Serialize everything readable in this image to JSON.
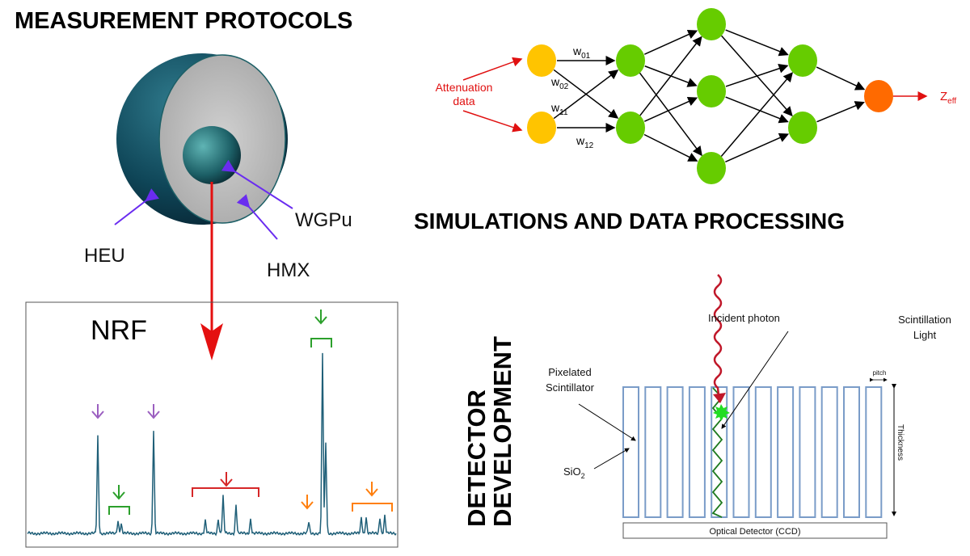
{
  "sections": {
    "measurement": "MEASUREMENT PROTOCOLS",
    "simulations": "SIMULATIONS AND DATA PROCESSING",
    "detector_line1": "DETECTOR",
    "detector_line2": "DEVELOPMENT"
  },
  "sphere_labels": {
    "heu": "HEU",
    "hmx": "HMX",
    "wgpu": "WGPu"
  },
  "spectrum": {
    "title": "NRF"
  },
  "network": {
    "input_label_1": "Attenuation",
    "input_label_2": "data",
    "w01": "w",
    "w01_sub": "01",
    "w02": "w",
    "w02_sub": "02",
    "w11": "w",
    "w11_sub": "11",
    "w12": "w",
    "w12_sub": "12",
    "output": "Z",
    "output_sub": "eff",
    "colors": {
      "input": "#ffc400",
      "hidden": "#66cc00",
      "output": "#ff6a00",
      "arrow_red": "#e01010"
    }
  },
  "detector": {
    "incident_photon": "Incident photon",
    "scint_light_1": "Scintillation",
    "scint_light_2": "Light",
    "pixelated_1": "Pixelated",
    "pixelated_2": "Scintillator",
    "sio2": "SiO",
    "sio2_sub": "2",
    "pitch": "pitch",
    "thickness": "Thickness",
    "ccd": "Optical Detector (CCD)"
  }
}
